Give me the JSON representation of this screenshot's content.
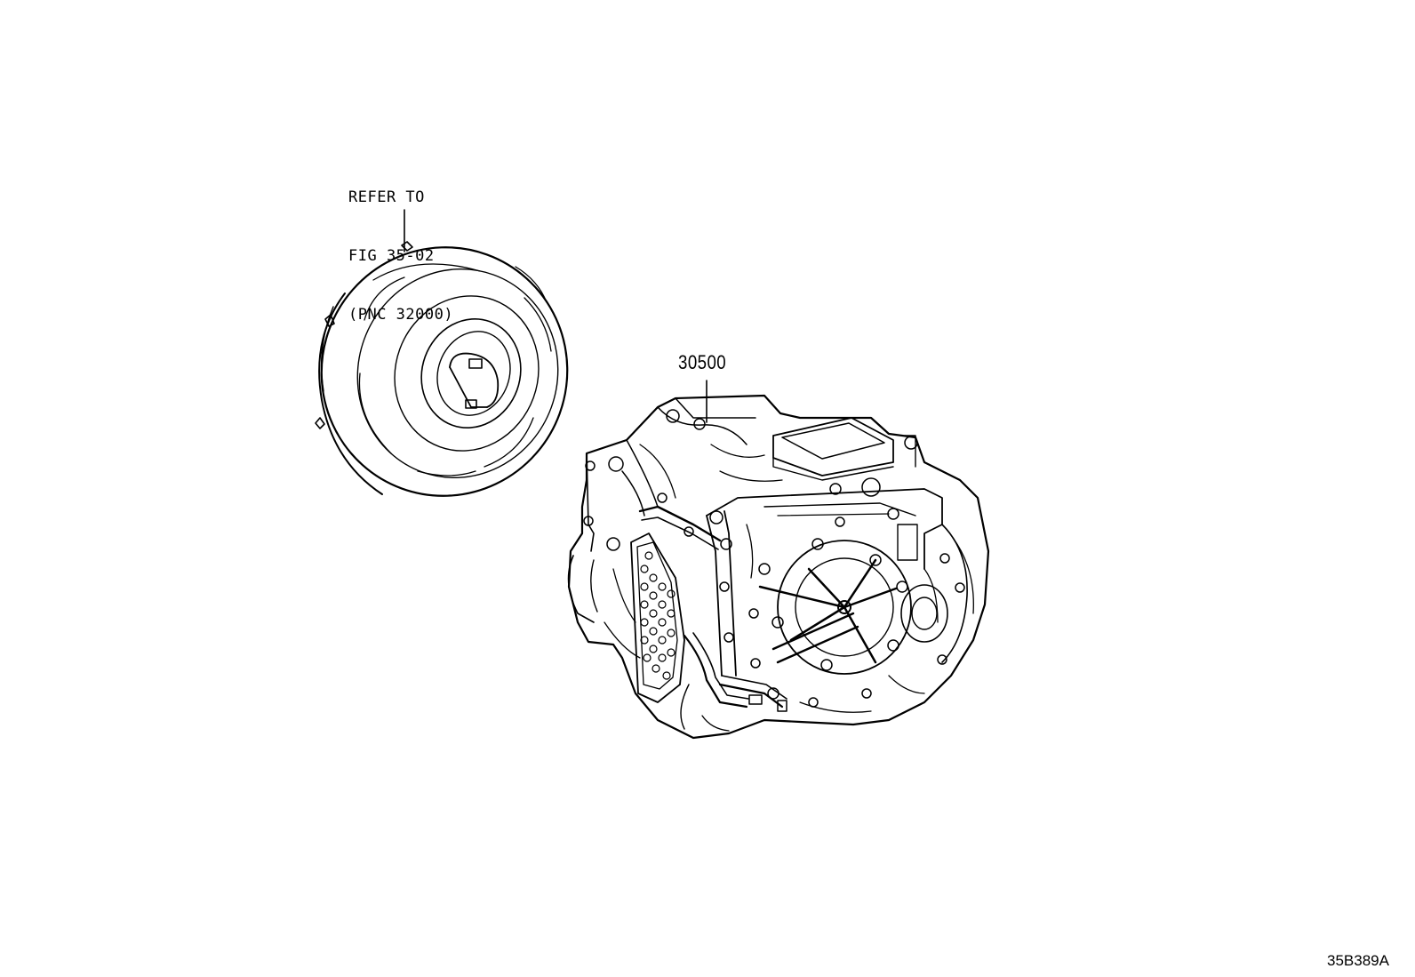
{
  "diagram": {
    "refer_note": {
      "line1": "REFER TO",
      "line2": "FIG 35-02",
      "line3": "(PNC 32000)"
    },
    "part_number": "30500",
    "figure_id": "35B389A",
    "parts": [
      {
        "name": "torque-converter",
        "label_ref": "refer_note"
      },
      {
        "name": "transaxle-assembly",
        "label_ref": "part_number"
      }
    ]
  }
}
